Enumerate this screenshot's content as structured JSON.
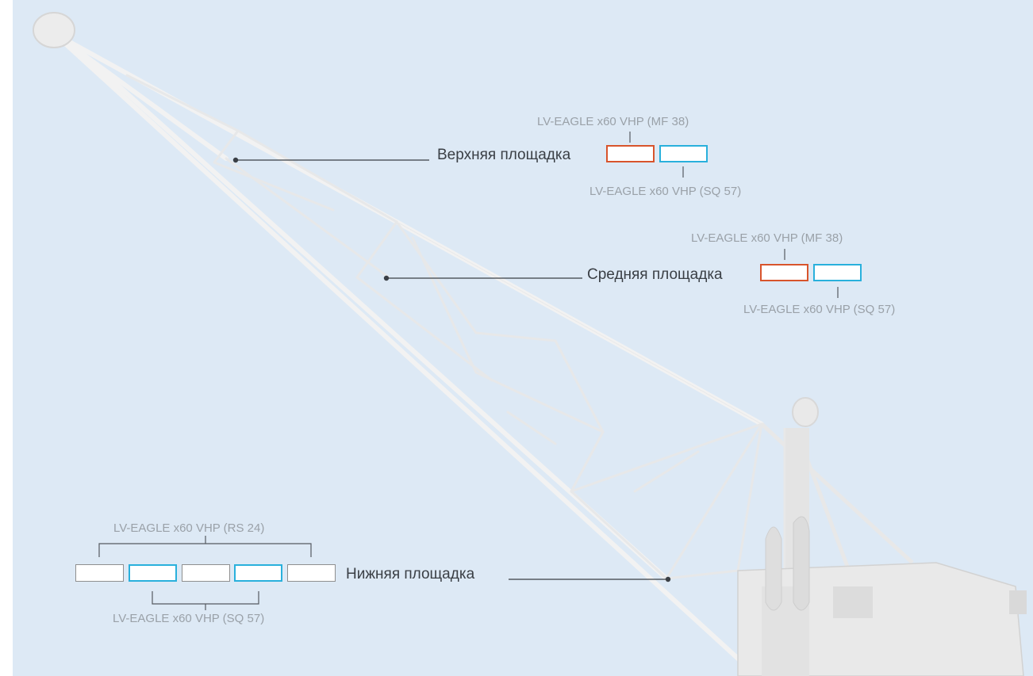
{
  "zones": {
    "upper": {
      "label": "Верхняя площадка",
      "model_top": "LV-EAGLE x60 VHP (MF 38)",
      "model_bottom": "LV-EAGLE x60 VHP (SQ 57)"
    },
    "middle": {
      "label": "Средняя площадка",
      "model_top": "LV-EAGLE x60 VHP (MF 38)",
      "model_bottom": "LV-EAGLE x60 VHP (SQ 57)"
    },
    "lower": {
      "label": "Нижняя площадка",
      "model_top": "LV-EAGLE x60 VHP (RS 24)",
      "model_bottom": "LV-EAGLE x60 VHP (SQ 57)"
    }
  },
  "legend_colors": {
    "MF 38": "#d8542c",
    "SQ 57": "#29b0dc",
    "RS 24": "#8f8f8f"
  },
  "background_color": "#dde9f5"
}
